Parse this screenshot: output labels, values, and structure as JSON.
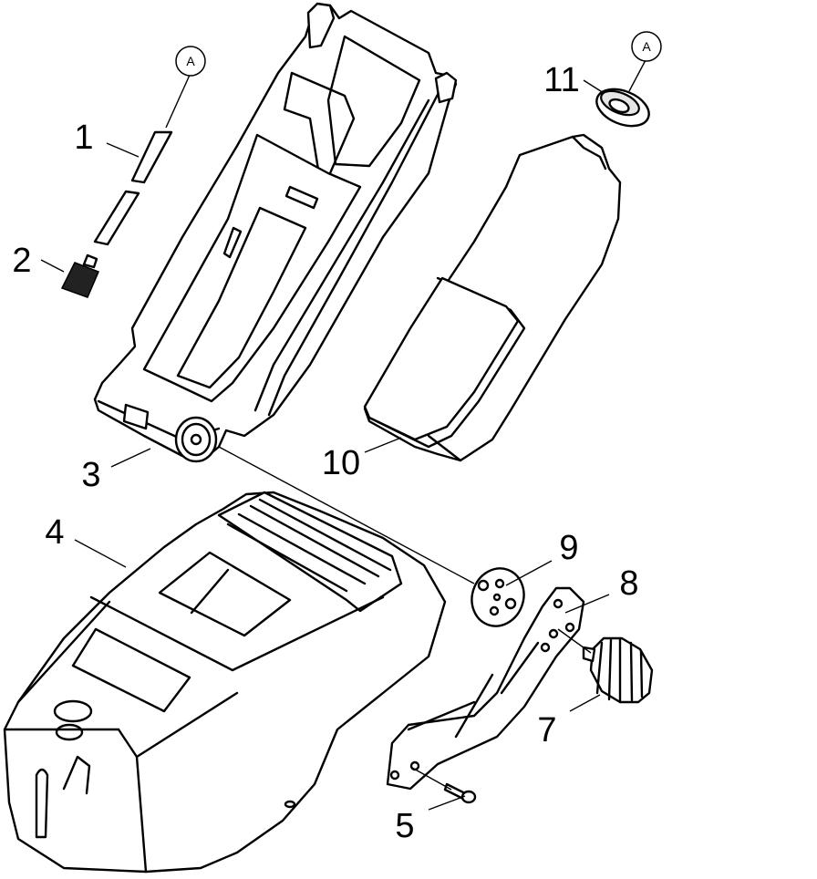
{
  "callouts": {
    "c1": "1",
    "c2": "2",
    "c3": "3",
    "c4": "4",
    "c5": "5",
    "c7": "7",
    "c8": "8",
    "c9": "9",
    "c10": "10",
    "c11": "11"
  },
  "ref_markers": {
    "a_left": "A",
    "a_right": "A"
  }
}
